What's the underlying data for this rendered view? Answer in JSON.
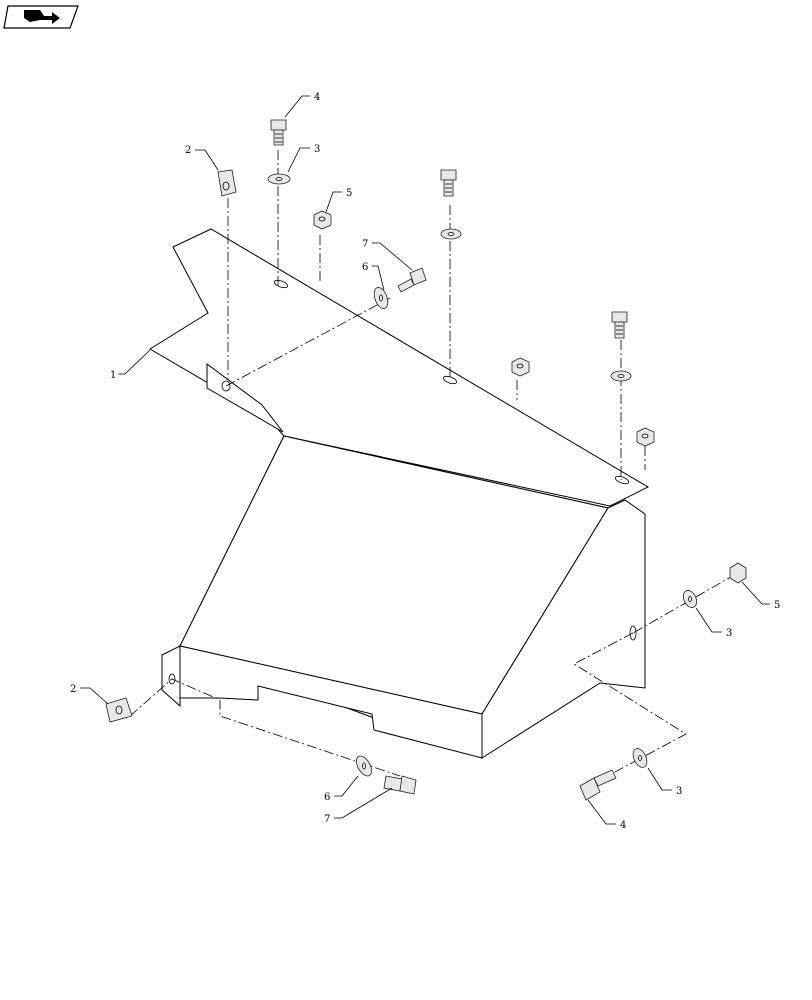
{
  "nav_icon": "book-arrow-icon",
  "callouts": {
    "c1": "1",
    "c2_top": "2",
    "c2_bottom": "2",
    "c3_top": "3",
    "c3_right": "3",
    "c3_bottom": "3",
    "c4_top": "4",
    "c4_bottom": "4",
    "c5_top": "5",
    "c5_right": "5",
    "c6_top": "6",
    "c6_bottom": "6",
    "c7_top": "7",
    "c7_bottom": "7"
  }
}
